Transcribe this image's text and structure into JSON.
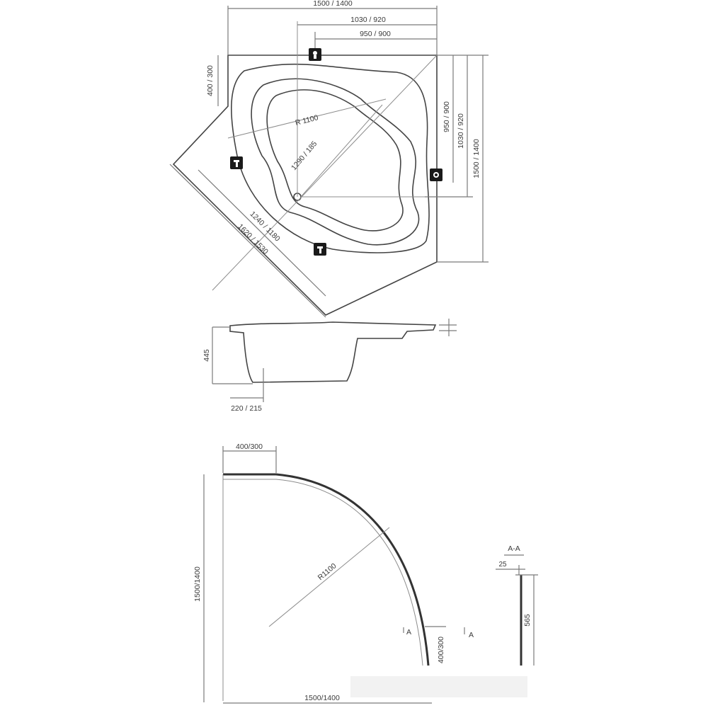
{
  "top_view": {
    "dim_width_outer": "1500 / 1400",
    "dim_width_mid": "1030 / 920",
    "dim_width_inner": "950 / 900",
    "dim_left_side": "400 / 300",
    "dim_right_inner": "950 / 900",
    "dim_right_mid": "1030 / 920",
    "dim_right_outer": "1500 / 1400",
    "radius": "R 1100",
    "dim_diag_inner": "1290 / 185",
    "dim_front_inner": "1240 / 1180",
    "dim_front_outer": "1620 / 1530"
  },
  "side_view": {
    "height": "445",
    "foot_offset": "220 / 215"
  },
  "panel_view": {
    "dim_top": "400/300",
    "dim_side": "1500/1400",
    "radius": "R1100",
    "dim_bottom": "1500/1400",
    "dim_end": "400/300",
    "section_marker_left": "A",
    "section_marker_right": "A"
  },
  "section_aa": {
    "title": "A-A",
    "thickness": "25",
    "height": "565"
  },
  "icons": [
    "shower-head-icon",
    "faucet-icon",
    "faucet-icon",
    "massage-jet-icon"
  ]
}
